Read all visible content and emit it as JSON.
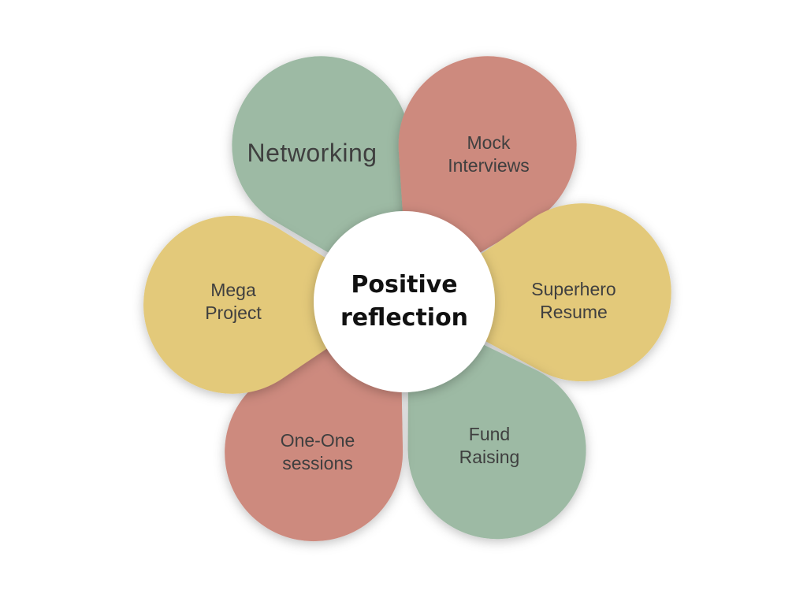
{
  "center": {
    "label": "Positive\nreflection"
  },
  "petals": [
    {
      "label": "Networking",
      "color": "#9dbaa4"
    },
    {
      "label": "Mock\nInterviews",
      "color": "#cd8a7e"
    },
    {
      "label": "Superhero\nResume",
      "color": "#e3c97a"
    },
    {
      "label": "Fund\nRaising",
      "color": "#9dbaa4"
    },
    {
      "label": "One-One\nsessions",
      "color": "#cd8a7e"
    },
    {
      "label": "Mega\nProject",
      "color": "#e3c97a"
    }
  ],
  "colors": {
    "center_fill": "#ffffff"
  }
}
